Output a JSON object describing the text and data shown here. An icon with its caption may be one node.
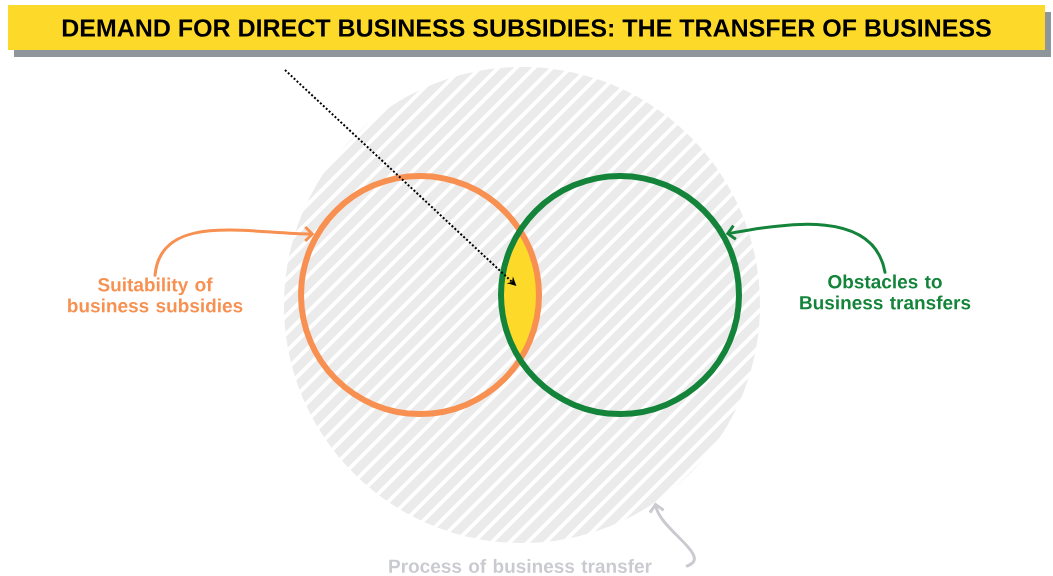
{
  "diagram": {
    "title": "DEMAND FOR DIRECT BUSINESS SUBSIDIES: THE TRANSFER OF BUSINESS",
    "nodes": [
      {
        "text": [],
        "shape": "circle"
      },
      {
        "text": [],
        "shape": "circle",
        "in": 0
      },
      {
        "text": [],
        "shape": "circle",
        "in": 0
      },
      {
        "text": [],
        "shape": "lens",
        "in": 0
      },
      {
        "text": [
          "Suitability of business subsidies"
        ]
      },
      {
        "text": [
          "Obstacles to Business transfers"
        ]
      },
      {
        "text": [
          "Process of business transfer"
        ]
      }
    ],
    "edges": [
      {
        "from": null,
        "to": 3,
        "arrow": "to",
        "style": "dashed"
      },
      {
        "from": 4,
        "to": 1,
        "arrow": "to",
        "color": "#f79050"
      },
      {
        "from": 5,
        "to": 2,
        "arrow": "to",
        "color": "#13843a"
      },
      {
        "from": 6,
        "to": 0,
        "arrow": "to",
        "color": "#c9cbd0"
      }
    ]
  }
}
